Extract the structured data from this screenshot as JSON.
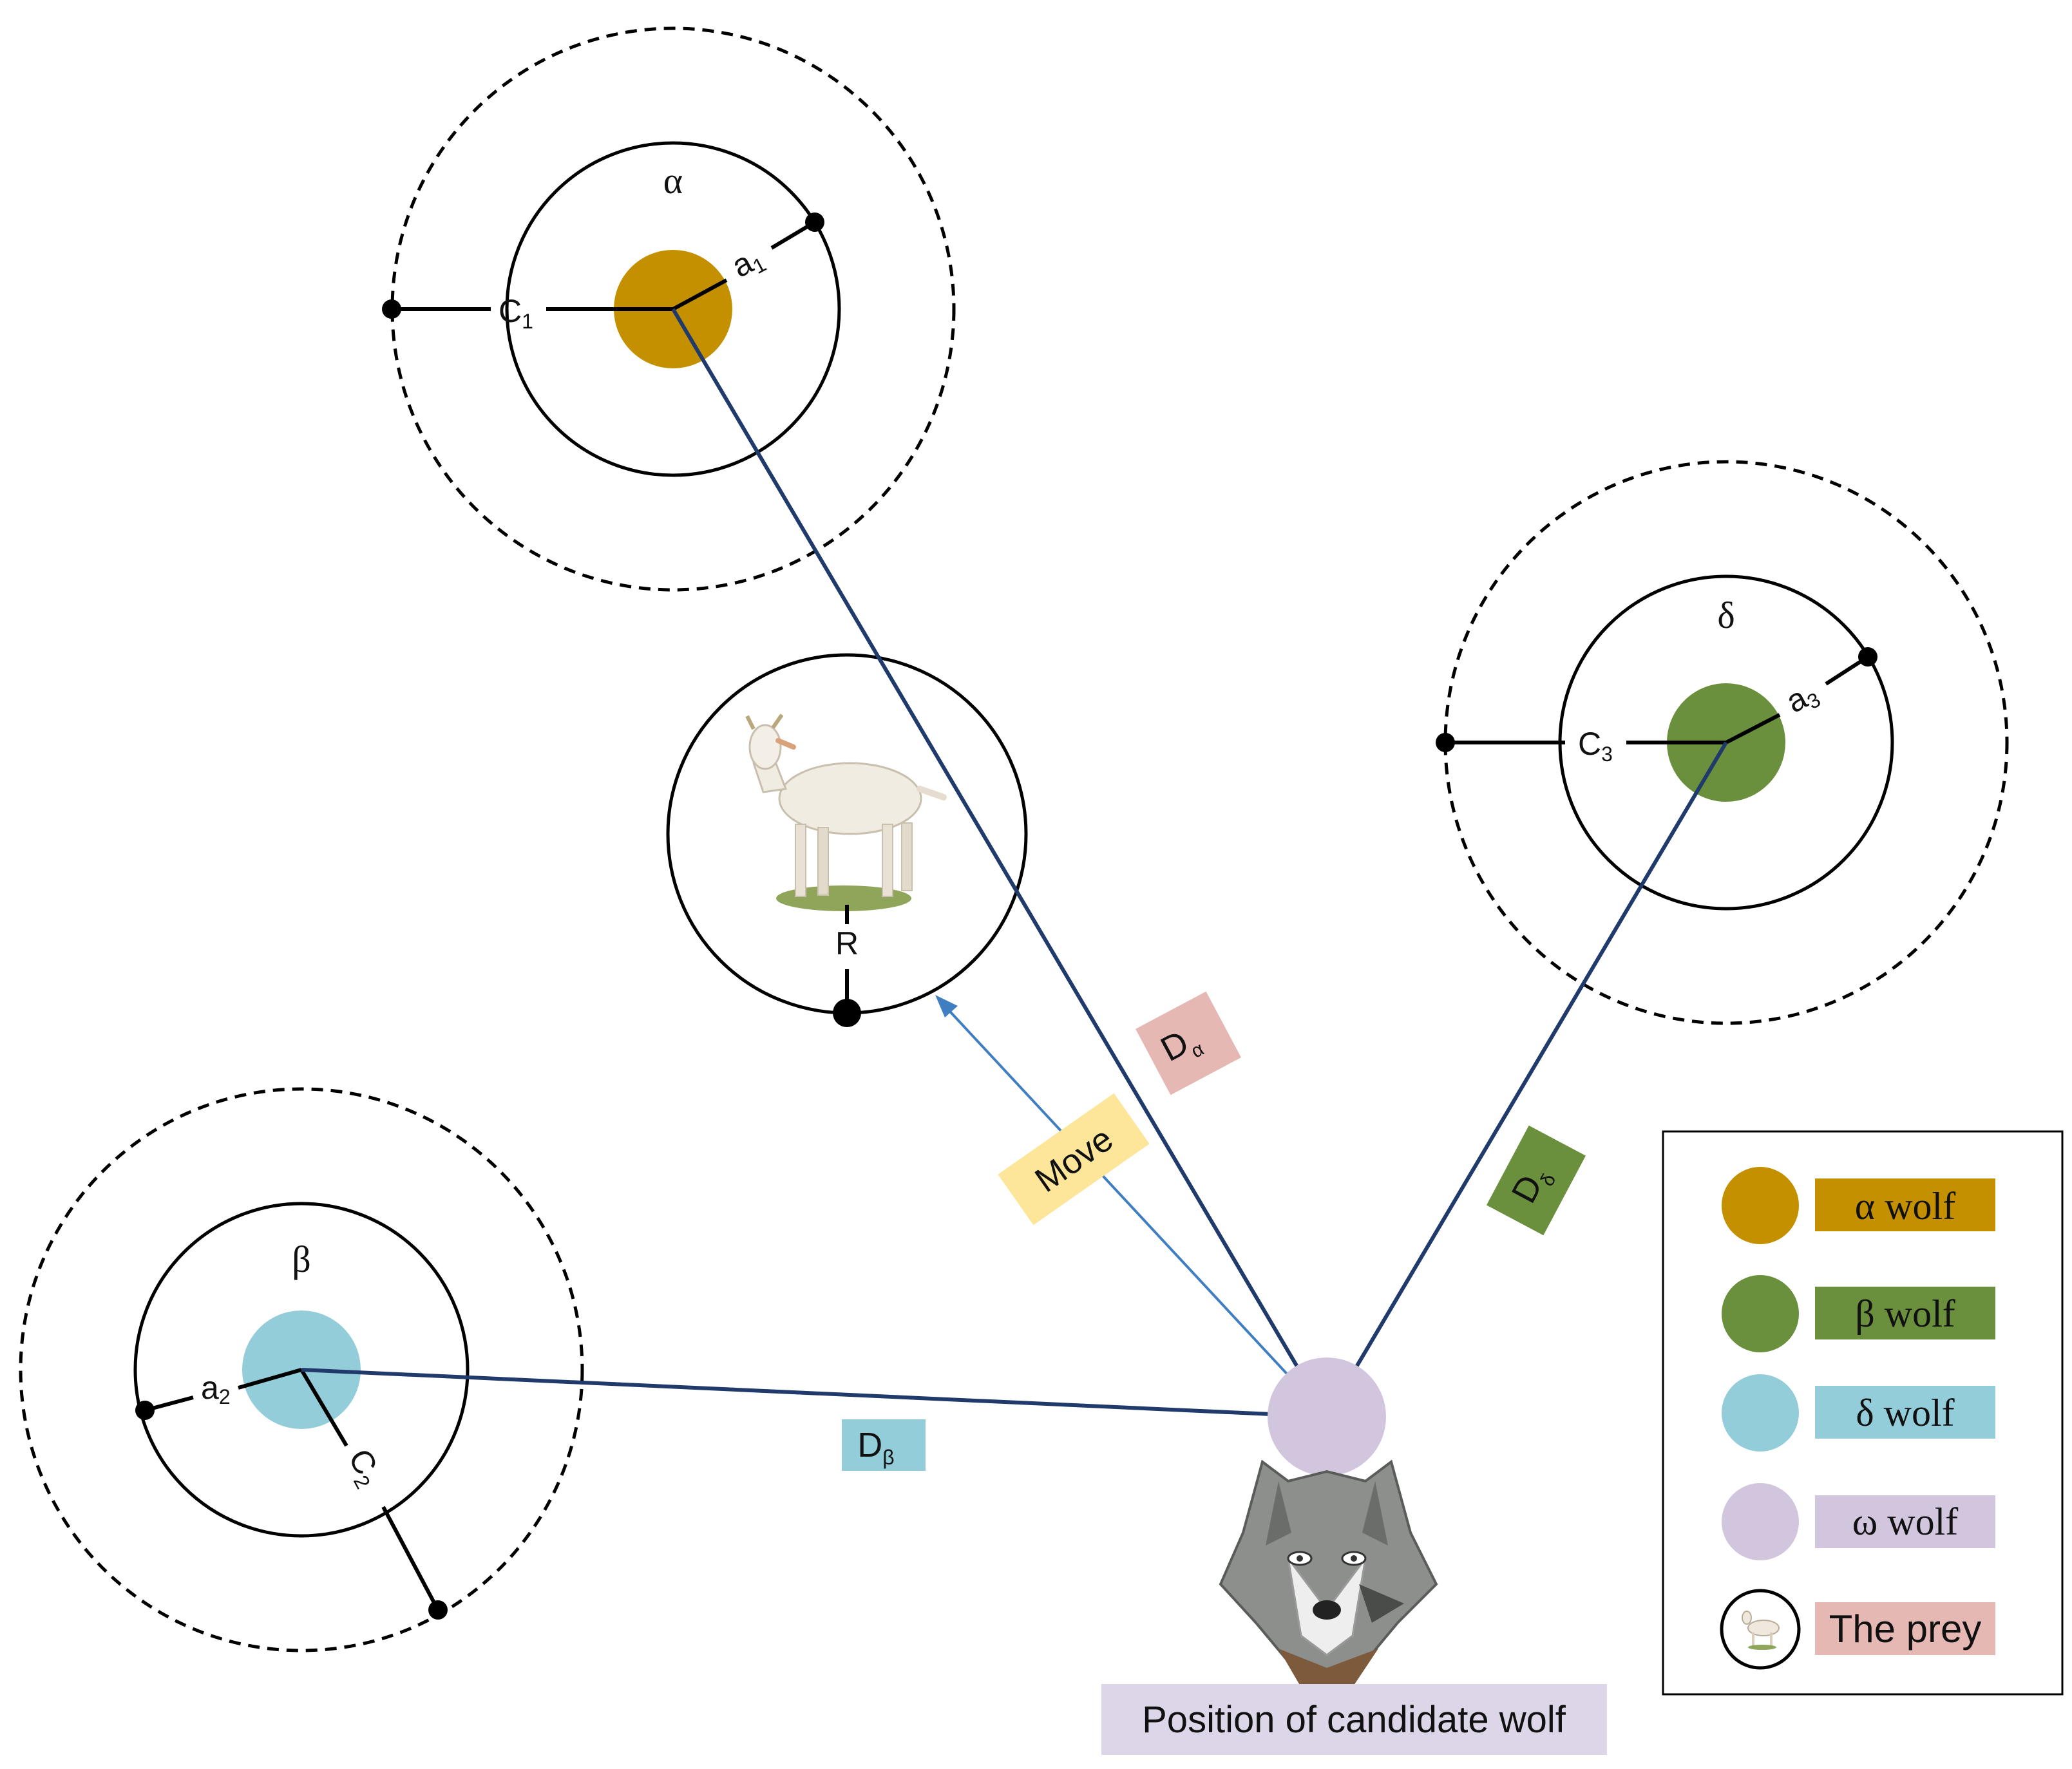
{
  "wolves": {
    "alpha": {
      "symbol": "α",
      "a_label": "a",
      "a_sub": "1",
      "c_label": "C",
      "c_sub": "1"
    },
    "beta": {
      "symbol": "β",
      "a_label": "a",
      "a_sub": "2",
      "c_label": "C",
      "c_sub": "2"
    },
    "delta": {
      "symbol": "δ",
      "a_label": "a",
      "a_sub": "3",
      "c_label": "C",
      "c_sub": "3"
    }
  },
  "prey": {
    "radius_label": "R"
  },
  "distances": {
    "alpha": {
      "main": "D",
      "sub": "α"
    },
    "beta": {
      "main": "D",
      "sub": "β"
    },
    "delta": {
      "main": "D",
      "sub": "δ"
    }
  },
  "move_label": "Move",
  "candidate_caption": "Position of candidate wolf",
  "legend": {
    "items": [
      {
        "label": "α wolf",
        "color": "#c49000"
      },
      {
        "label": "β wolf",
        "color": "#6a8f3d"
      },
      {
        "label": "δ wolf",
        "color": "#92cdd9"
      },
      {
        "label": "ω wolf",
        "color": "#d2c6df"
      },
      {
        "label": "The prey",
        "color": "#e6b8b3"
      }
    ]
  },
  "colors": {
    "alpha": "#c49000",
    "beta_circle": "#92cdd9",
    "delta_circle": "#6a8f3d",
    "omega": "#d2c6df",
    "distance_line": "#1f3a6b",
    "move_arrow": "#3f7fc1",
    "tag_alpha": "#e6b8b3",
    "tag_beta": "#92cdd9",
    "tag_delta": "#6a8f3d",
    "tag_move": "#fde69a",
    "caption_bg": "#ddd5e8"
  }
}
